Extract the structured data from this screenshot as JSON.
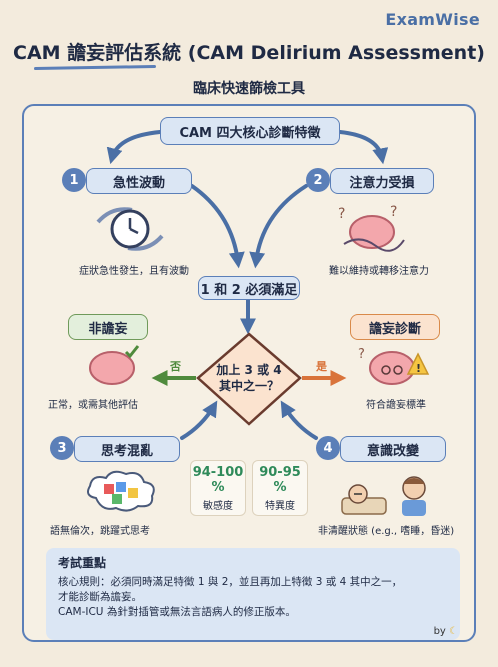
{
  "brand": "ExamWise",
  "title": "CAM 譫妄評估系統 (CAM Delirium Assessment)",
  "subtitle": "臨床快速篩檢工具",
  "top_box": "CAM 四大核心診斷特徵",
  "features": [
    {
      "num": "1",
      "label": "急性波動",
      "caption": "症狀急性發生，且有波動",
      "icon": "clock-cycle-icon"
    },
    {
      "num": "2",
      "label": "注意力受損",
      "caption": "難以維持或轉移注意力",
      "icon": "tangled-brain-icon"
    },
    {
      "num": "3",
      "label": "思考混亂",
      "caption": "語無倫次，跳躍式思考",
      "icon": "puzzle-cloud-icon"
    },
    {
      "num": "4",
      "label": "意識改變",
      "caption": "非清醒狀態 (e.g., 嗜睡，昏迷)",
      "icon": "drowsy-people-icon"
    }
  ],
  "must_box": "1 和 2 必須滿足",
  "decision": {
    "line1": "加上 3 或 4",
    "line2": "其中之一？"
  },
  "no_label": "否",
  "yes_label": "是",
  "not_delirium": {
    "label": "非譫妄",
    "caption": "正常，或需其他評估"
  },
  "delirium": {
    "label": "譫妄診斷",
    "caption": "符合譫妄標準"
  },
  "stats": [
    {
      "value_line1": "94-100",
      "value_line2": "%",
      "label": "敏感度"
    },
    {
      "value_line1": "90-95",
      "value_line2": "%",
      "label": "特異度"
    }
  ],
  "exam": {
    "heading": "考試重點",
    "line1": "核心規則：必須同時滿足特徵 1 與 2，並且再加上特徵 3 或 4 其中之一，",
    "line2": "才能診斷為譫妄。",
    "line3": "CAM-ICU 為針對插管或無法言語病人的修正版本。"
  },
  "byline": "by",
  "colors": {
    "accent": "#5b7fb8",
    "green": "#6f9a5a",
    "orange": "#d98a4a",
    "stat_green": "#2f8a5a"
  }
}
